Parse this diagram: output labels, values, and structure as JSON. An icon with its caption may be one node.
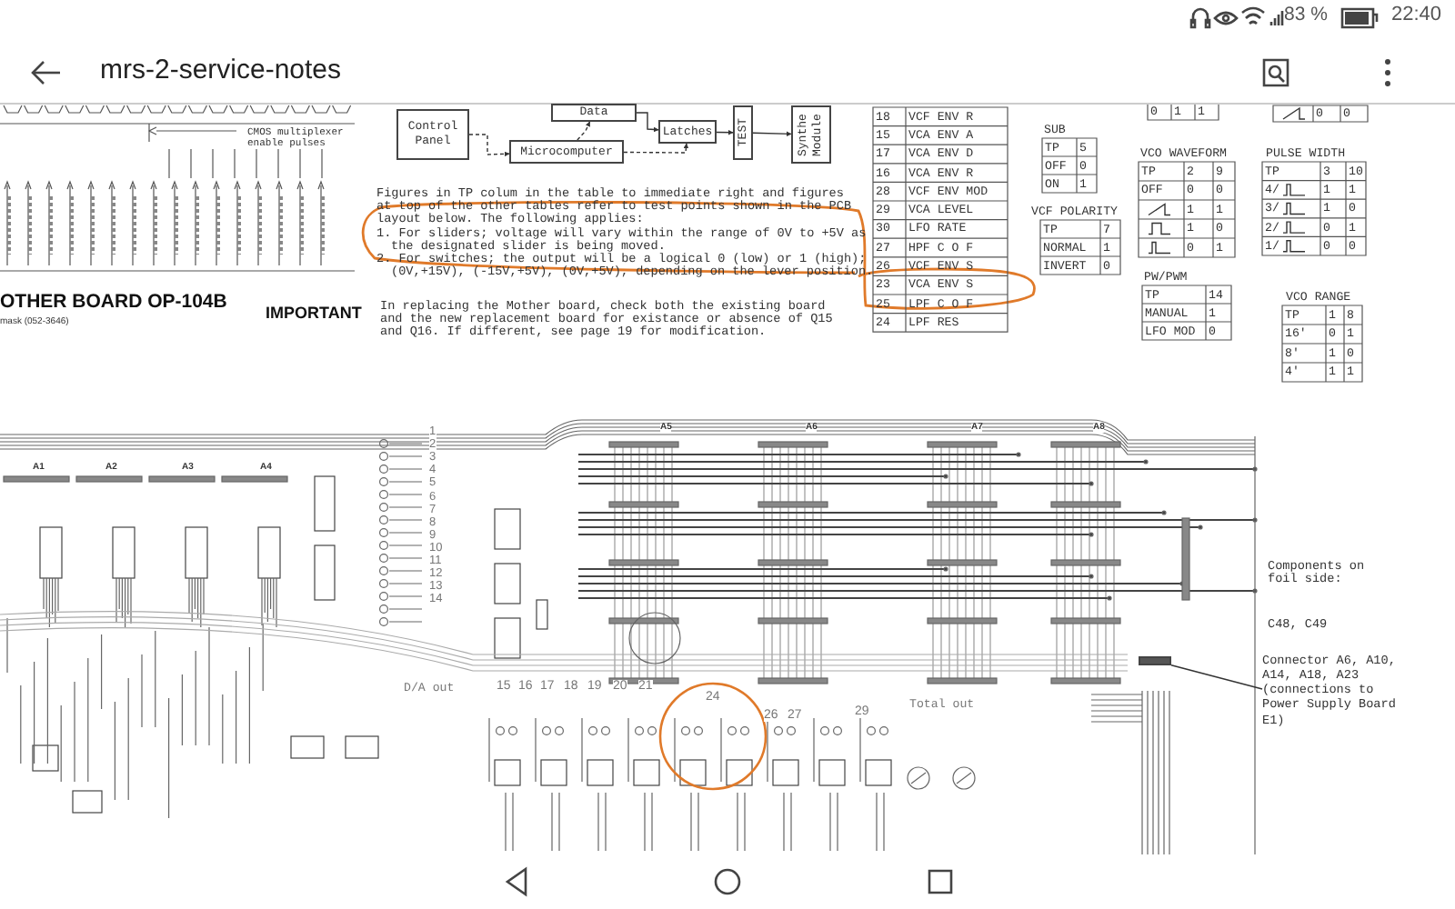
{
  "diagram": {
    "nodes": [
      {
        "text": [
          "Control Panel"
        ]
      },
      {
        "text": [
          "Data"
        ]
      },
      {
        "text": [
          "Latches"
        ]
      },
      {
        "text": [
          "Microcomputer"
        ]
      },
      {
        "text": [
          "TEST"
        ]
      },
      {
        "text": [
          "Synthe Module"
        ]
      },
      {
        "text": [
          "Connector A6, A10, A14, A18, A23 (connections to Power Supply Board E1)"
        ]
      },
      {
        "text": [],
        "shape": "bar"
      }
    ],
    "edges": [
      {
        "from": 3,
        "to": 1,
        "arrow": "to",
        "style": "dashed"
      },
      {
        "from": 1,
        "to": 2,
        "arrow": "to"
      },
      {
        "from": 3,
        "to": 2,
        "arrow": "to",
        "style": "dashed"
      },
      {
        "from": 2,
        "to": 4,
        "arrow": "to"
      },
      {
        "from": 4,
        "to": 5,
        "arrow": "to"
      },
      {
        "from": 0,
        "to": 3,
        "arrow": "to",
        "style": "dashed"
      },
      {
        "from": 6,
        "to": 7,
        "arrow": "none"
      }
    ],
    "labels": [
      "CMOS multiplexer enable pulses",
      "OTHER BOARD OP-104B",
      "mask (052-3646)",
      "IMPORTANT",
      "Figures in TP colum in the table to immediate right and figures at top of the other tables refer to test points shown in the PCB layout below. The following applies:",
      "1. For sliders; voltage will vary within the range of 0V to +5V as the designated slider is being moved.",
      "2. For switches; the output will be a logical 0 (low) or 1 (high); (0V,+15V), (-15V,+5V), (0V,+5V), depending on the lever position.",
      "In replacing the Mother board, check both the existing board and the new replacement board for existance or absence of Q15 and Q16. If different, see page 19 for modification.",
      "0",
      "1",
      "1",
      "0",
      "0",
      "18",
      "VCF ENV R",
      "15",
      "VCA ENV A",
      "17",
      "VCA ENV D",
      "16",
      "VCA ENV R",
      "28",
      "VCF ENV MOD",
      "29",
      "VCA LEVEL",
      "30",
      "LFO RATE",
      "27",
      "HPF C O F",
      "26",
      "VCF ENV S",
      "23",
      "VCA ENV S",
      "25",
      "LPF C O F",
      "24",
      "LPF RES",
      "SUB",
      "TP",
      "5",
      "OFF",
      "0",
      "ON",
      "1",
      "VCF POLARITY",
      "TP",
      "7",
      "NORMAL",
      "1",
      "INVERT",
      "0",
      "VCO WAVEFORM",
      "TP",
      "2",
      "9",
      "OFF",
      "0",
      "0",
      "1",
      "1",
      "1",
      "0",
      "0",
      "1",
      "PULSE WIDTH",
      "TP",
      "3",
      "10",
      "4/",
      "1",
      "1",
      "3/",
      "1",
      "0",
      "2/",
      "0",
      "1",
      "1/",
      "0",
      "0",
      "PW/PWM",
      "TP",
      "14",
      "MANUAL",
      "1",
      "LFO MOD",
      "0",
      "VCO RANGE",
      "TP",
      "1",
      "8",
      "16'",
      "0",
      "1",
      "8'",
      "1",
      "0",
      "4'",
      "1",
      "1",
      "Components on foil side:",
      "C48, C49",
      "A1",
      "A2",
      "A3",
      "A4",
      "A5",
      "A6",
      "A7",
      "A8",
      "1",
      "2",
      "3",
      "4",
      "5",
      "6",
      "7",
      "8",
      "9",
      "10",
      "11",
      "12",
      "13",
      "14",
      "15",
      "16",
      "17",
      "18",
      "19",
      "20",
      "21",
      "24",
      "26",
      "27",
      "29",
      "D/A out",
      "Total out",
      "mrs-2-service-notes",
      "83 %",
      "22:40"
    ]
  }
}
